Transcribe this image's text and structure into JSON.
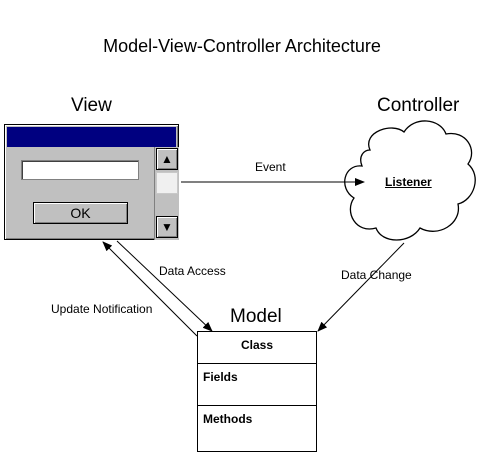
{
  "title": "Model-View-Controller Architecture",
  "view": {
    "heading": "View",
    "window": {
      "text_value": "",
      "ok_label": "OK",
      "scroll_up_icon": "triangle-up-icon",
      "scroll_down_icon": "triangle-down-icon",
      "titlebar_color": "#000080",
      "face_color": "#c0c0c0"
    }
  },
  "controller": {
    "heading": "Controller",
    "listener_label": "Listener"
  },
  "model": {
    "heading": "Model",
    "class_label": "Class",
    "fields_label": "Fields",
    "methods_label": "Methods"
  },
  "arrows": {
    "event": "Event",
    "data_access": "Data Access",
    "data_change": "Data Change",
    "update_notification": "Update Notification"
  },
  "icons": {
    "up": "▲",
    "down": "▼"
  }
}
